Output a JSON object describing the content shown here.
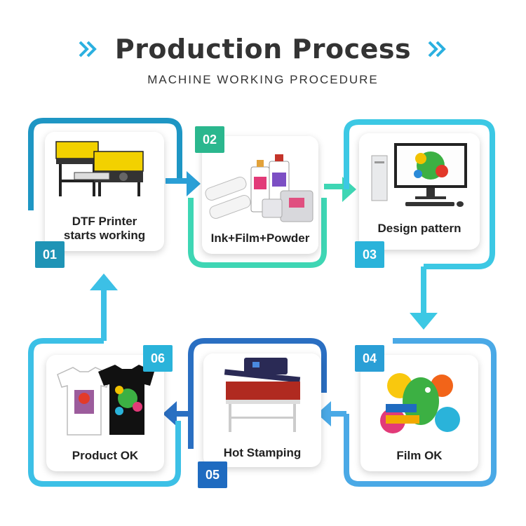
{
  "header": {
    "title": "Production Process",
    "subtitle": "MACHINE WORKING PROCEDURE"
  },
  "steps": [
    {
      "number": "01",
      "label_line1": "DTF Printer",
      "label_line2": "starts working",
      "icon": "dtf-printer-image"
    },
    {
      "number": "02",
      "label": "Ink+Film+Powder",
      "icon": "ink-film-powder-image"
    },
    {
      "number": "03",
      "label": "Design pattern",
      "icon": "computer-monitor-image"
    },
    {
      "number": "04",
      "label": "Film OK",
      "icon": "printed-film-image"
    },
    {
      "number": "05",
      "label": "Hot Stamping",
      "icon": "heat-press-image"
    },
    {
      "number": "06",
      "label": "Product OK",
      "icon": "printed-tshirts-image"
    }
  ],
  "colors": {
    "printer_frame": "#1e96c4",
    "ink_frame": "#3ed6b4",
    "design_frame": "#3cc8e4",
    "film_frame": "#4aa9e6",
    "stamp_frame": "#2a6fc2",
    "product_frame": "#3cc0e6",
    "badge_green": "#2bb78e",
    "badge_teal": "#1f94b6",
    "badge_cyan": "#2ab3da",
    "badge_blue": "#1f6bc0"
  }
}
